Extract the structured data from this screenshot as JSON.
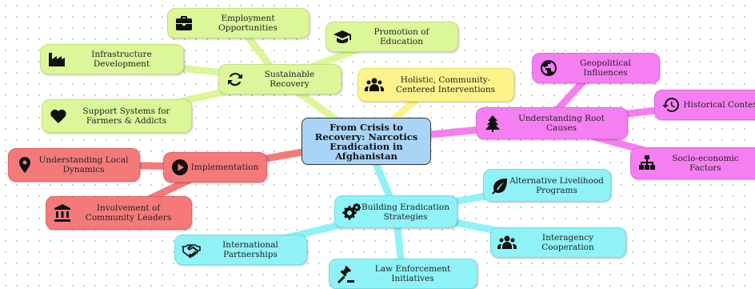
{
  "root": {
    "title": "From Crisis to Recovery: Narcotics Eradication in Afghanistan"
  },
  "colors": {
    "green": "#dcf69a",
    "yellow": "#fdf38a",
    "magenta": "#f57ff0",
    "red": "#f47a7a",
    "cyan": "#8ff2f6",
    "root": "#a9d4f5"
  },
  "nodes": {
    "sustainable_recovery": {
      "label": "Sustainable Recovery",
      "icon": "sync-icon"
    },
    "employment": {
      "label": "Employment Opportunities",
      "icon": "briefcase-icon"
    },
    "education": {
      "label": "Promotion of Education",
      "icon": "graduation-cap-icon"
    },
    "infrastructure": {
      "label": "Infrastructure Development",
      "icon": "industry-icon"
    },
    "support_systems": {
      "label": "Support Systems for Farmers & Addicts",
      "icon": "heart-icon"
    },
    "holistic": {
      "label": "Holistic, Community-Centered Interventions",
      "icon": "users-icon"
    },
    "root_causes": {
      "label": "Understanding Root Causes",
      "icon": "tree-icon"
    },
    "geopolitical": {
      "label": "Geopolitical Influences",
      "icon": "globe-icon"
    },
    "historical": {
      "label": "Historical Context",
      "icon": "history-icon"
    },
    "socio_economic": {
      "label": "Socio-economic Factors",
      "icon": "sitemap-icon"
    },
    "implementation": {
      "label": "Implementation",
      "icon": "play-circle-icon"
    },
    "local_dynamics": {
      "label": "Understanding Local Dynamics",
      "icon": "map-marker-icon"
    },
    "community_leaders": {
      "label": "Involvement of Community Leaders",
      "icon": "landmark-icon"
    },
    "building": {
      "label": "Building Eradication Strategies",
      "icon": "cogs-icon"
    },
    "alt_livelihood": {
      "label": "Alternative Livelihood Programs",
      "icon": "leaf-icon"
    },
    "interagency": {
      "label": "Interagency Cooperation",
      "icon": "users-icon"
    },
    "international": {
      "label": "International Partnerships",
      "icon": "handshake-icon"
    },
    "law_enforcement": {
      "label": "Law Enforcement Initiatives",
      "icon": "gavel-icon"
    }
  }
}
